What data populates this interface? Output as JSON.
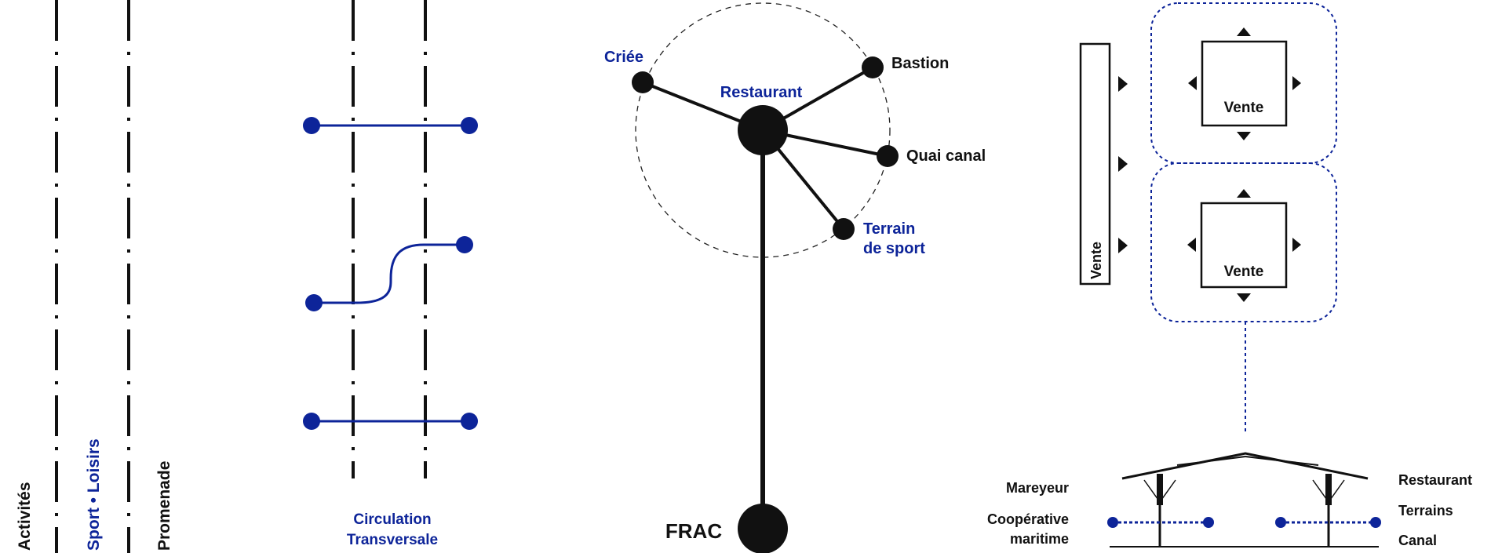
{
  "colors": {
    "ink": "#111111",
    "accent_blue": "#0d2499",
    "background": "#ffffff"
  },
  "panel_zones": {
    "labels": {
      "activites": "Activités",
      "sport_loisirs": "Sport • Loisirs",
      "promenade": "Promenade"
    }
  },
  "panel_circulation": {
    "caption_line1": "Circulation",
    "caption_line2": "Transversale"
  },
  "panel_network": {
    "hub": "Restaurant",
    "base": "FRAC",
    "nodes": {
      "criee": "Criée",
      "bastion": "Bastion",
      "quai_canal": "Quai canal",
      "terrain_line1": "Terrain",
      "terrain_line2": "de sport"
    }
  },
  "panel_vente": {
    "strip_label": "Vente",
    "box_top_label": "Vente",
    "box_bottom_label": "Vente"
  },
  "panel_section": {
    "left_labels": {
      "mareyeur": "Mareyeur",
      "cooperative_line1": "Coopérative",
      "cooperative_line2": "maritime"
    },
    "right_labels": {
      "restaurant": "Restaurant",
      "terrains": "Terrains",
      "canal": "Canal"
    }
  }
}
